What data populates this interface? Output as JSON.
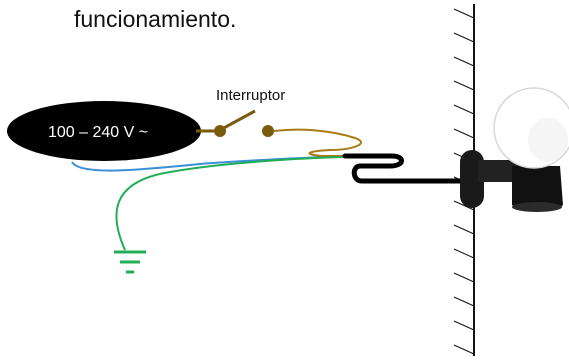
{
  "caption": {
    "visible_text": "funcionamiento."
  },
  "power_supply": {
    "label": "100 – 240 V ~"
  },
  "switch": {
    "label": "Interruptor",
    "state": "open"
  },
  "icons": {
    "ground": "ground-icon",
    "lamp": "wall-lamp-icon",
    "wall": "wall-hatching"
  },
  "colors": {
    "supply": "#000000",
    "wire_live": "#a87b16",
    "wire_neutral": "#3c8fd6",
    "wire_earth": "#1fae55",
    "switch": "#7a5a0c",
    "cable": "#000000",
    "wall": "#111111"
  }
}
